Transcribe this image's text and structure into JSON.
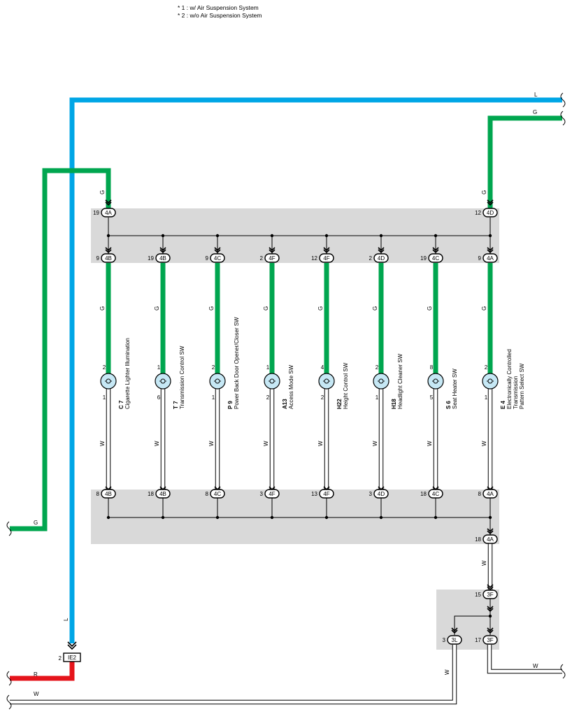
{
  "notes": [
    "* 1 : w/ Air Suspension System",
    "* 2 : w/o Air Suspension System"
  ],
  "colors": {
    "blue": "#00a6e6",
    "green": "#00a64f",
    "red": "#e5141b",
    "panel": "#d9d9d9",
    "switch": "#c6e8f5"
  },
  "wire_labels": {
    "L": "L",
    "G": "G",
    "W": "W",
    "R": "R"
  },
  "top_junction": {
    "left_pin": "19",
    "left_conn": "4A",
    "right_pin": "12",
    "right_conn": "4D"
  },
  "lower_junction": {
    "pin": "18",
    "conn": "4A"
  },
  "box3": {
    "top_pin": "15",
    "top_conn": "3F",
    "left_pin": "3",
    "left_conn": "3L",
    "right_pin": "17",
    "right_conn": "3F"
  },
  "ie2": {
    "pin": "2",
    "label": "IE2"
  },
  "switches": [
    {
      "top_pin": "9",
      "top_conn": "4B",
      "sw_top": "2",
      "sw_bot": "1",
      "bot_pin": "8",
      "bot_conn": "4B",
      "code": "C 7",
      "name": "Cigarette Lighter Illumination"
    },
    {
      "top_pin": "19",
      "top_conn": "4B",
      "sw_top": "1",
      "sw_bot": "6",
      "bot_pin": "18",
      "bot_conn": "4B",
      "code": "T 7",
      "name": "Transmission Control SW"
    },
    {
      "top_pin": "9",
      "top_conn": "4C",
      "sw_top": "2",
      "sw_bot": "1",
      "bot_pin": "8",
      "bot_conn": "4C",
      "code": "P 9",
      "name": "Power Back Door Opener/Closer SW"
    },
    {
      "top_pin": "2",
      "top_conn": "4F",
      "sw_top": "1",
      "sw_bot": "2",
      "bot_pin": "3",
      "bot_conn": "4F",
      "code": "A13",
      "name": "Access Mode SW"
    },
    {
      "top_pin": "12",
      "top_conn": "4F",
      "sw_top": "4",
      "sw_bot": "2",
      "bot_pin": "13",
      "bot_conn": "4F",
      "code": "H22",
      "name": "Height Control SW"
    },
    {
      "top_pin": "2",
      "top_conn": "4D",
      "sw_top": "2",
      "sw_bot": "1",
      "bot_pin": "3",
      "bot_conn": "4D",
      "code": "H18",
      "name": "Headlight Cleaner SW"
    },
    {
      "top_pin": "19",
      "top_conn": "4C",
      "sw_top": "8",
      "sw_bot": "5",
      "bot_pin": "18",
      "bot_conn": "4C",
      "code": "S 6",
      "name": "Seat Heater SW"
    },
    {
      "top_pin": "9",
      "top_conn": "4A",
      "sw_top": "2",
      "sw_bot": "1",
      "bot_pin": "8",
      "bot_conn": "4A",
      "code": "E 4",
      "name": "Electronically Controlled Transmission Pattern Select SW"
    }
  ]
}
